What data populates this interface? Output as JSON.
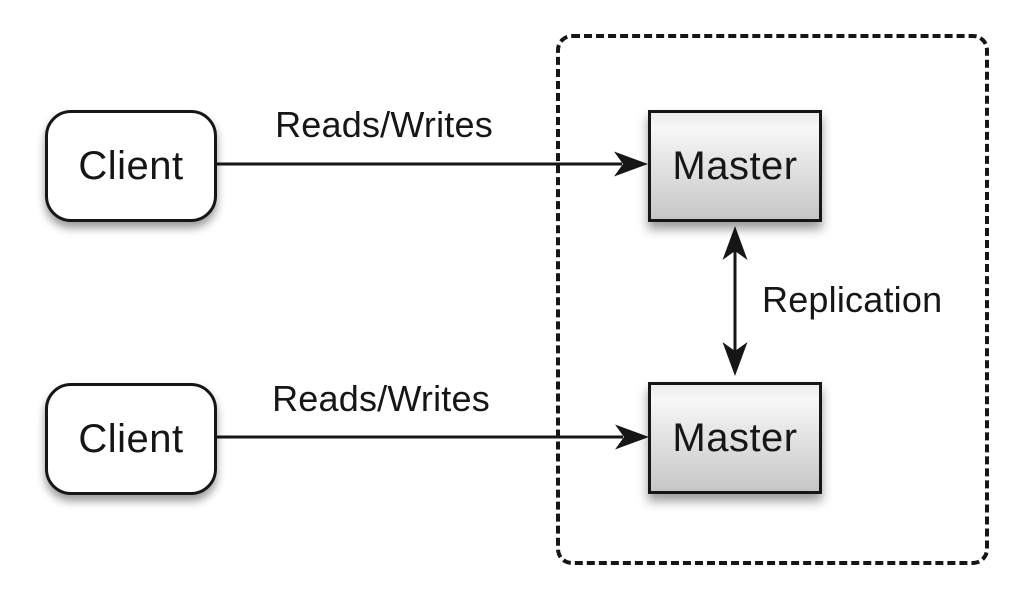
{
  "nodes": {
    "client_top": {
      "label": "Client"
    },
    "client_bottom": {
      "label": "Client"
    },
    "master_top": {
      "label": "Master"
    },
    "master_bottom": {
      "label": "Master"
    }
  },
  "edges": {
    "reads_writes_top": {
      "label": "Reads/Writes"
    },
    "reads_writes_bottom": {
      "label": "Reads/Writes"
    },
    "replication": {
      "label": "Replication"
    }
  },
  "colors": {
    "line": "#161616",
    "node_border": "#161616",
    "client_fill": "#ffffff",
    "master_fill_top": "#ececec",
    "master_fill_bottom": "#c6c6c6",
    "background": "#ffffff"
  }
}
